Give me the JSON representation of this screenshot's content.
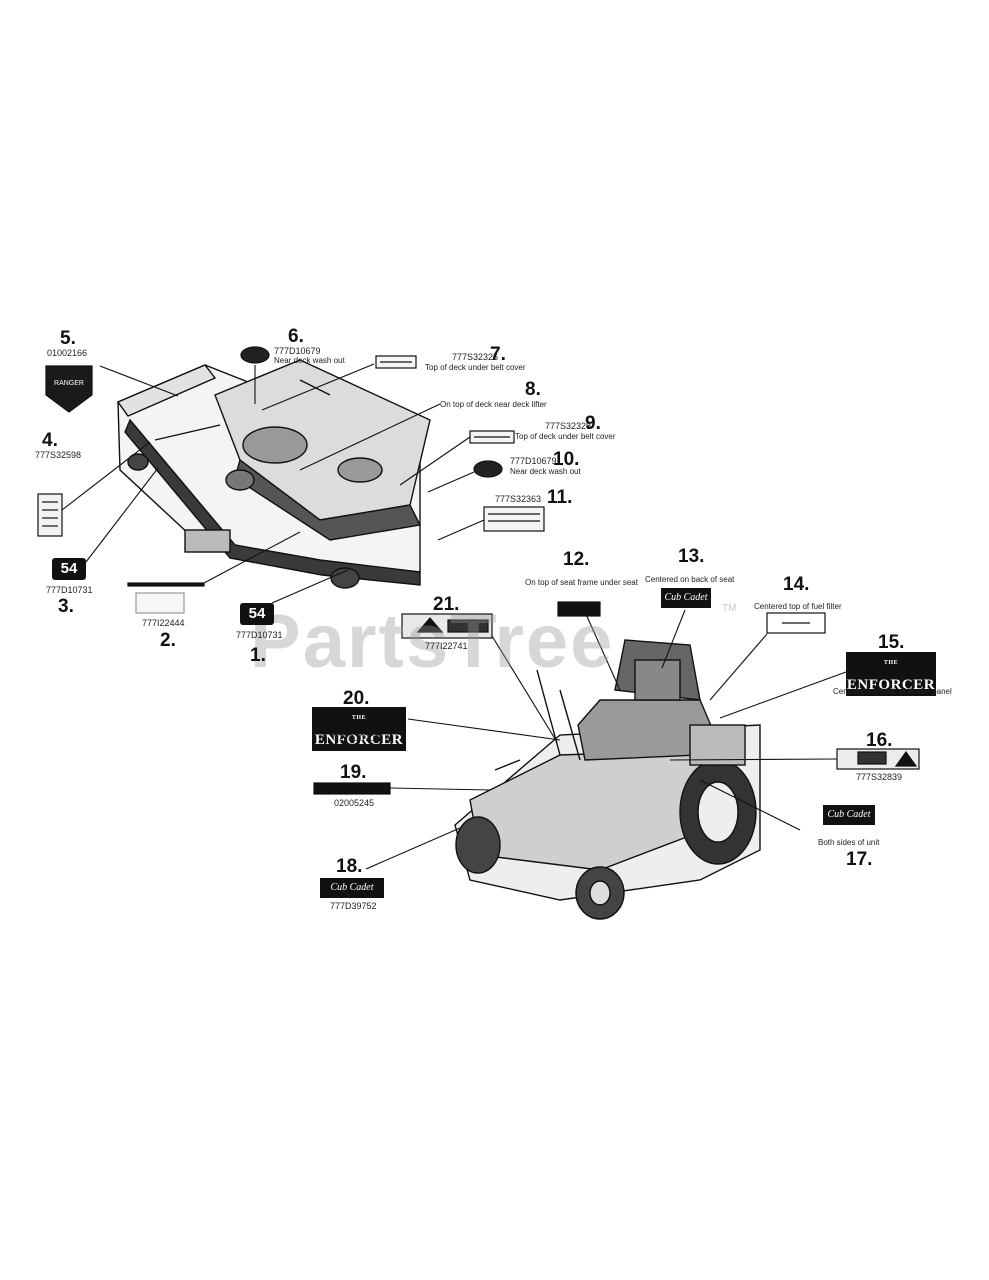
{
  "watermark": "PartsTree",
  "watermark_mark": "TM",
  "decal_texts": {
    "deck_badge": "54",
    "enforcer_small": "THE",
    "enforcer": "ENFORCER",
    "cub_cadet": "Cub Cadet"
  },
  "callouts": [
    {
      "number": "1.",
      "part_number": "777D10731",
      "description": ""
    },
    {
      "number": "2.",
      "part_number": "777I22444",
      "description": ""
    },
    {
      "number": "3.",
      "part_number": "777D10731",
      "description": ""
    },
    {
      "number": "4.",
      "part_number": "777S32598",
      "description": ""
    },
    {
      "number": "5.",
      "part_number": "01002166",
      "description": ""
    },
    {
      "number": "6.",
      "part_number": "777D10679",
      "description": "Near deck wash out"
    },
    {
      "number": "7.",
      "part_number": "777S32326",
      "description": "Top of deck under belt cover"
    },
    {
      "number": "8.",
      "part_number": "",
      "description": "On top of deck near deck lifter"
    },
    {
      "number": "9.",
      "part_number": "777S32328",
      "description": "Top of deck under belt cover"
    },
    {
      "number": "10.",
      "part_number": "777D10679",
      "description": "Near deck wash out"
    },
    {
      "number": "11.",
      "part_number": "777S32363",
      "description": ""
    },
    {
      "number": "12.",
      "part_number": "",
      "description": "On top of seat frame under seat"
    },
    {
      "number": "13.",
      "part_number": "",
      "description": "Centered on back of seat"
    },
    {
      "number": "14.",
      "part_number": "",
      "description": "Centered top of fuel filter"
    },
    {
      "number": "15.",
      "part_number": "",
      "description": "Centered on back of fender panel"
    },
    {
      "number": "16.",
      "part_number": "777S32839",
      "description": ""
    },
    {
      "number": "17.",
      "part_number": "",
      "description": "Both sides of unit"
    },
    {
      "number": "18.",
      "part_number": "777D39752",
      "description": ""
    },
    {
      "number": "19.",
      "part_number": "02005245",
      "description": ""
    },
    {
      "number": "20.",
      "part_number": "777D10707",
      "description": ""
    },
    {
      "number": "21.",
      "part_number": "777I22741",
      "description": ""
    }
  ]
}
